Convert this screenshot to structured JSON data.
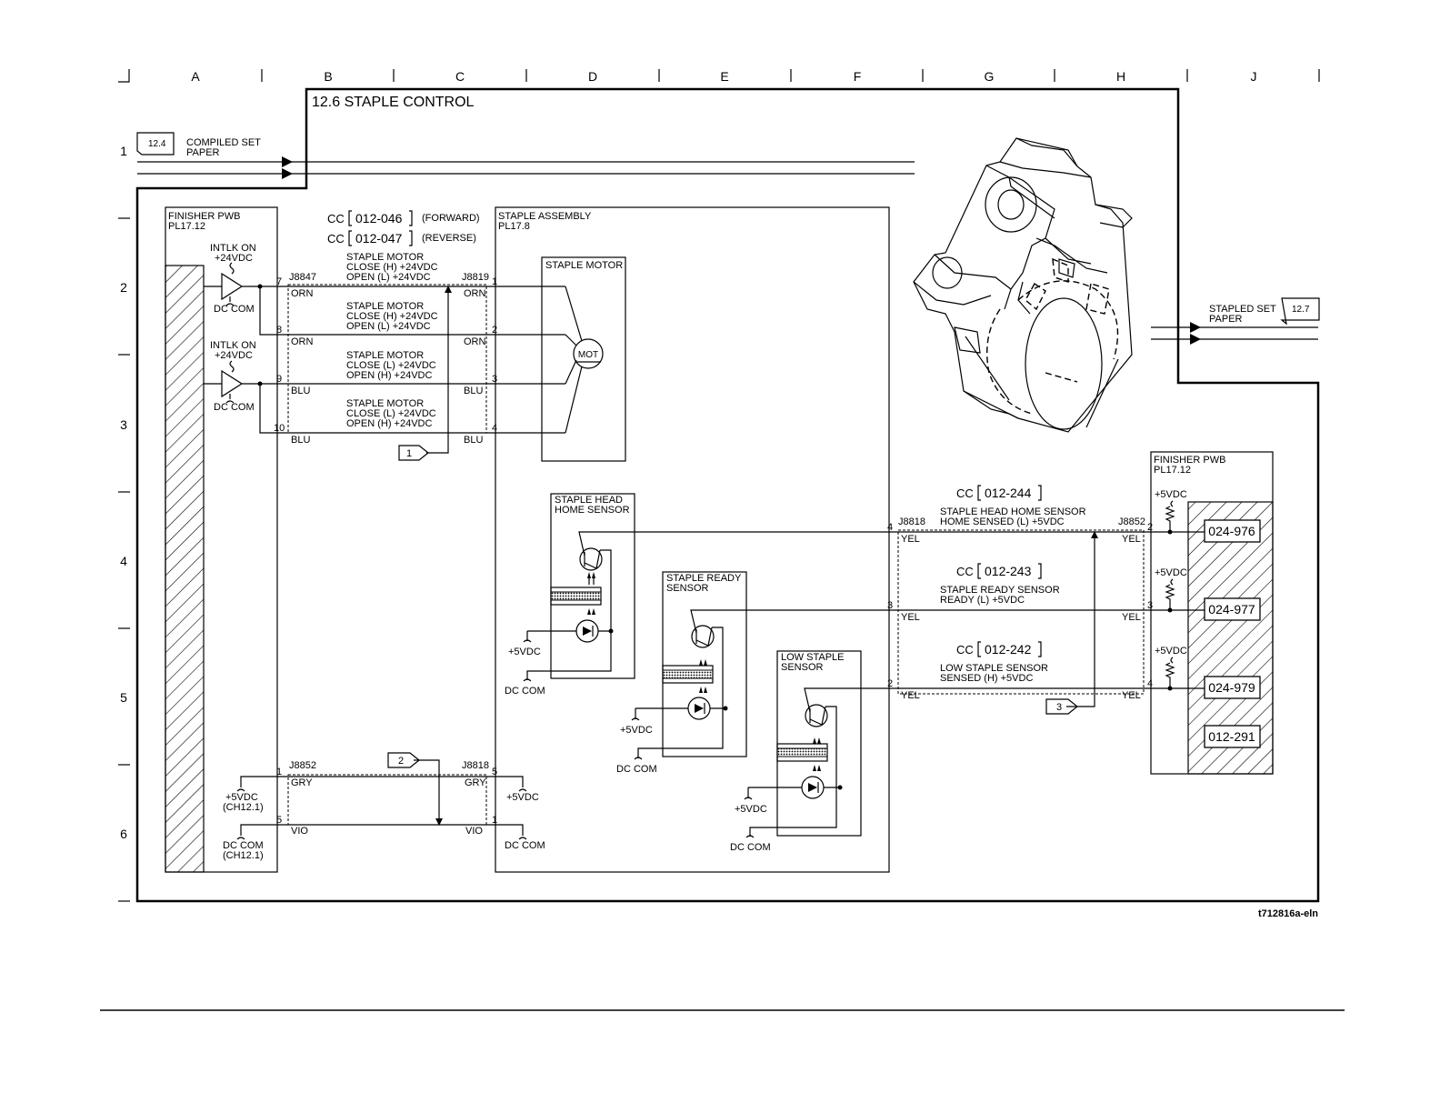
{
  "grid": {
    "columns": [
      "A",
      "B",
      "C",
      "D",
      "E",
      "F",
      "G",
      "H",
      "J"
    ],
    "rows": [
      "1",
      "2",
      "3",
      "4",
      "5",
      "6"
    ]
  },
  "title": "12.6 STAPLE CONTROL",
  "offpage_in": {
    "ref": "12.4",
    "label_line1": "COMPILED SET",
    "label_line2": "PAPER"
  },
  "offpage_out": {
    "ref": "12.7",
    "label_line1": "STAPLED SET",
    "label_line2": "PAPER"
  },
  "finisher_left": {
    "name": "FINISHER PWB",
    "pl": "PL17.12"
  },
  "interlock": [
    {
      "label1": "INTLK ON",
      "label2": "+24VDC",
      "com": "DC COM"
    },
    {
      "label1": "INTLK ON",
      "label2": "+24VDC",
      "com": "DC COM"
    }
  ],
  "motor_cc": [
    {
      "prefix": "CC",
      "code": "012-046",
      "note": "(FORWARD)"
    },
    {
      "prefix": "CC",
      "code": "012-047",
      "note": "(REVERSE)"
    }
  ],
  "connectors": {
    "left_top": "J8847",
    "right_top": "J8819",
    "left_bottom": "J8852",
    "right_bottom": "J8818",
    "sensor_left": "J8818",
    "sensor_right": "J8852"
  },
  "motor_wires": [
    {
      "pin_left": "7",
      "pin_right": "1",
      "color": "ORN",
      "l1": "STAPLE MOTOR",
      "l2": "CLOSE (H) +24VDC",
      "l3": "OPEN (L) +24VDC"
    },
    {
      "pin_left": "8",
      "pin_right": "2",
      "color": "ORN",
      "l1": "STAPLE MOTOR",
      "l2": "CLOSE (H) +24VDC",
      "l3": "OPEN (L) +24VDC"
    },
    {
      "pin_left": "9",
      "pin_right": "3",
      "color": "BLU",
      "l1": "STAPLE MOTOR",
      "l2": "CLOSE (L) +24VDC",
      "l3": "OPEN (H) +24VDC"
    },
    {
      "pin_left": "10",
      "pin_right": "4",
      "color": "BLU",
      "l1": "STAPLE MOTOR",
      "l2": "CLOSE (L) +24VDC",
      "l3": "OPEN (H) +24VDC"
    }
  ],
  "flags": [
    "1",
    "2",
    "3"
  ],
  "staple_assembly": {
    "name": "STAPLE ASSEMBLY",
    "pl": "PL17.8"
  },
  "staple_motor": {
    "name": "STAPLE MOTOR",
    "symbol": "MOT"
  },
  "power_wires": [
    {
      "pin_left": "1",
      "pin_right": "5",
      "color": "GRY",
      "left_label1": "+5VDC",
      "left_label2": "(CH12.1)",
      "right_label": "+5VDC"
    },
    {
      "pin_left": "5",
      "pin_right": "1",
      "color": "VIO",
      "left_label1": "DC COM",
      "left_label2": "(CH12.1)",
      "right_label": "DC COM"
    }
  ],
  "sensors": [
    {
      "name1": "STAPLE HEAD",
      "name2": "HOME SENSOR",
      "vcc": "+5VDC",
      "com": "DC COM"
    },
    {
      "name1": "STAPLE READY",
      "name2": "SENSOR",
      "vcc": "+5VDC",
      "com": "DC COM"
    },
    {
      "name1": "LOW STAPLE",
      "name2": "SENSOR",
      "vcc": "+5VDC",
      "com": "DC COM"
    }
  ],
  "sensor_signals": [
    {
      "cc_prefix": "CC",
      "cc": "012-244",
      "l1": "STAPLE HEAD HOME SENSOR",
      "l2": "HOME SENSED (L) +5VDC",
      "pin_left": "4",
      "pin_right": "2",
      "color": "YEL",
      "fault": "024-976",
      "vcc": "+5VDC"
    },
    {
      "cc_prefix": "CC",
      "cc": "012-243",
      "l1": "STAPLE READY SENSOR",
      "l2": "READY (L) +5VDC",
      "pin_left": "3",
      "pin_right": "3",
      "color": "YEL",
      "fault": "024-977",
      "vcc": "+5VDC"
    },
    {
      "cc_prefix": "CC",
      "cc": "012-242",
      "l1": "LOW STAPLE SENSOR",
      "l2": "SENSED (H) +5VDC",
      "pin_left": "2",
      "pin_right": "4",
      "color": "YEL",
      "fault": "024-979",
      "vcc": "+5VDC"
    }
  ],
  "extra_fault": "012-291",
  "finisher_right": {
    "name": "FINISHER PWB",
    "pl": "PL17.12"
  },
  "figure_id": "t712816a-eln"
}
